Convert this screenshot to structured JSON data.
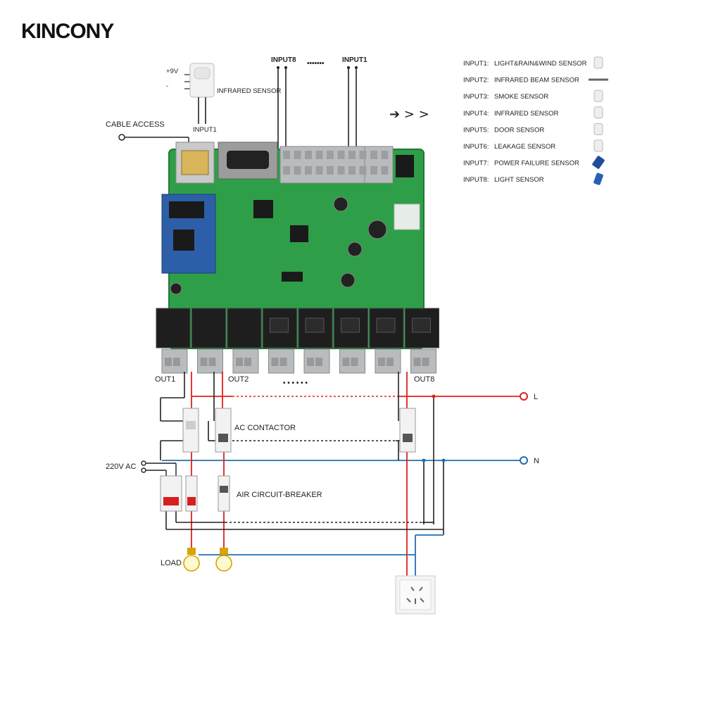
{
  "brand": {
    "logo": "KINCONY"
  },
  "top": {
    "input8": "INPUT8",
    "dots": "•••••••",
    "input1": "INPUT1",
    "plus9v": "+9V",
    "minus": "-",
    "infrared_sensor": "INFRARED SENSOR",
    "sensor_input": "INPUT1",
    "cable_access": "CABLE ACCESS",
    "arrows": "➔ > >"
  },
  "legend": [
    {
      "input": "INPUT1:",
      "sensor": "LIGHT&RAIN&WIND SENSOR",
      "icon": "weather-station-icon"
    },
    {
      "input": "INPUT2:",
      "sensor": "INFRARED BEAM SENSOR",
      "icon": "beam-sensor-icon"
    },
    {
      "input": "INPUT3:",
      "sensor": "SMOKE SENSOR",
      "icon": "smoke-detector-icon"
    },
    {
      "input": "INPUT4:",
      "sensor": "INFRARED SENSOR",
      "icon": "pir-sensor-icon"
    },
    {
      "input": "INPUT5:",
      "sensor": "DOOR SENSOR",
      "icon": "door-sensor-icon"
    },
    {
      "input": "INPUT6:",
      "sensor": "LEAKAGE SENSOR",
      "icon": "leak-sensor-icon"
    },
    {
      "input": "INPUT7:",
      "sensor": "POWER FAILURE SENSOR",
      "icon": "power-failure-sensor-icon"
    },
    {
      "input": "INPUT8:",
      "sensor": "LIGHT SENSOR",
      "icon": "light-sensor-icon"
    }
  ],
  "wiring": {
    "out1": "OUT1",
    "out2": "OUT2",
    "out_dots": "• • • • • •",
    "out8": "OUT8",
    "l": "L",
    "n": "N",
    "ac_contactor": "AC CONTACTOR",
    "ac_220": "220V AC",
    "air_breaker": "AIR CIRCUIT-BREAKER",
    "load": "LOAD"
  },
  "colors": {
    "pcb": "#2e9e48",
    "pcb_dark": "#1f7a35",
    "live": "#e0201c",
    "neutral": "#1f6fb0",
    "wire": "#222222",
    "terminal": "#b9bcbe",
    "relay": "#1e1e1e"
  }
}
